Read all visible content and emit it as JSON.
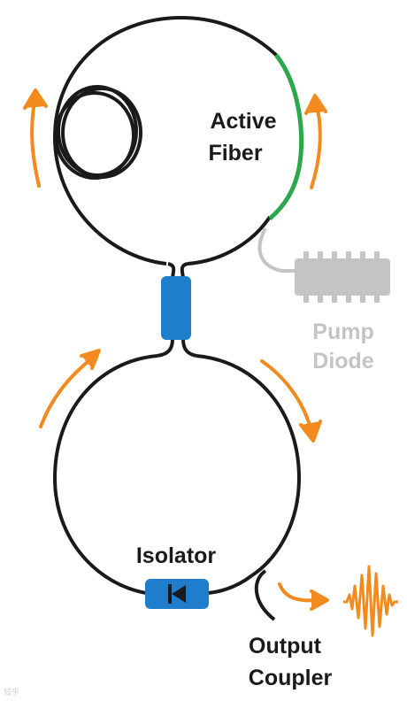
{
  "labels": {
    "active_fiber_line1": "Active",
    "active_fiber_line2": "Fiber",
    "pump_diode_line1": "Pump",
    "pump_diode_line2": "Diode",
    "isolator": "Isolator",
    "output_coupler_line1": "Output",
    "output_coupler_line2": "Coupler"
  },
  "colors": {
    "fiber": "#1a1a1a",
    "active_section": "#2aa84a",
    "coupler": "#1f7ecb",
    "arrow": "#f28a1e",
    "pump": "#c4c4c4"
  },
  "watermark": "知乎"
}
